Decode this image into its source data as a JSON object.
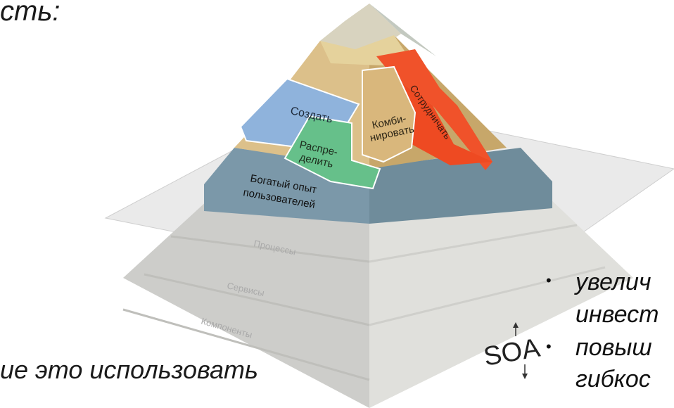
{
  "text": {
    "title_fragment": "сть:",
    "bottom_left": "ие это использовать",
    "right_bullets": [
      {
        "line1": "увелич",
        "line2": "инвест"
      },
      {
        "line1": "повыш",
        "line2": "гибкос"
      }
    ]
  },
  "pyramid": {
    "top_blocks": {
      "create": "Создать",
      "distribute_line1": "Распре-",
      "distribute_line2": "делить",
      "combine_line1": "Комби-",
      "combine_line2": "нировать",
      "collaborate": "Сотрудничать"
    },
    "ux_line1": "Богатый опыт",
    "ux_line2": "пользователей",
    "layers": [
      "Процессы",
      "Сервисы",
      "Компоненты"
    ],
    "soa_label": "SOA"
  },
  "colors": {
    "create": "#8fb3dc",
    "distribute": "#66c08a",
    "combine": "#d7b97d",
    "collaborate": "#f0522a",
    "ux_layer": "#7b98a9",
    "gray_layer": "#d6d6d2"
  }
}
